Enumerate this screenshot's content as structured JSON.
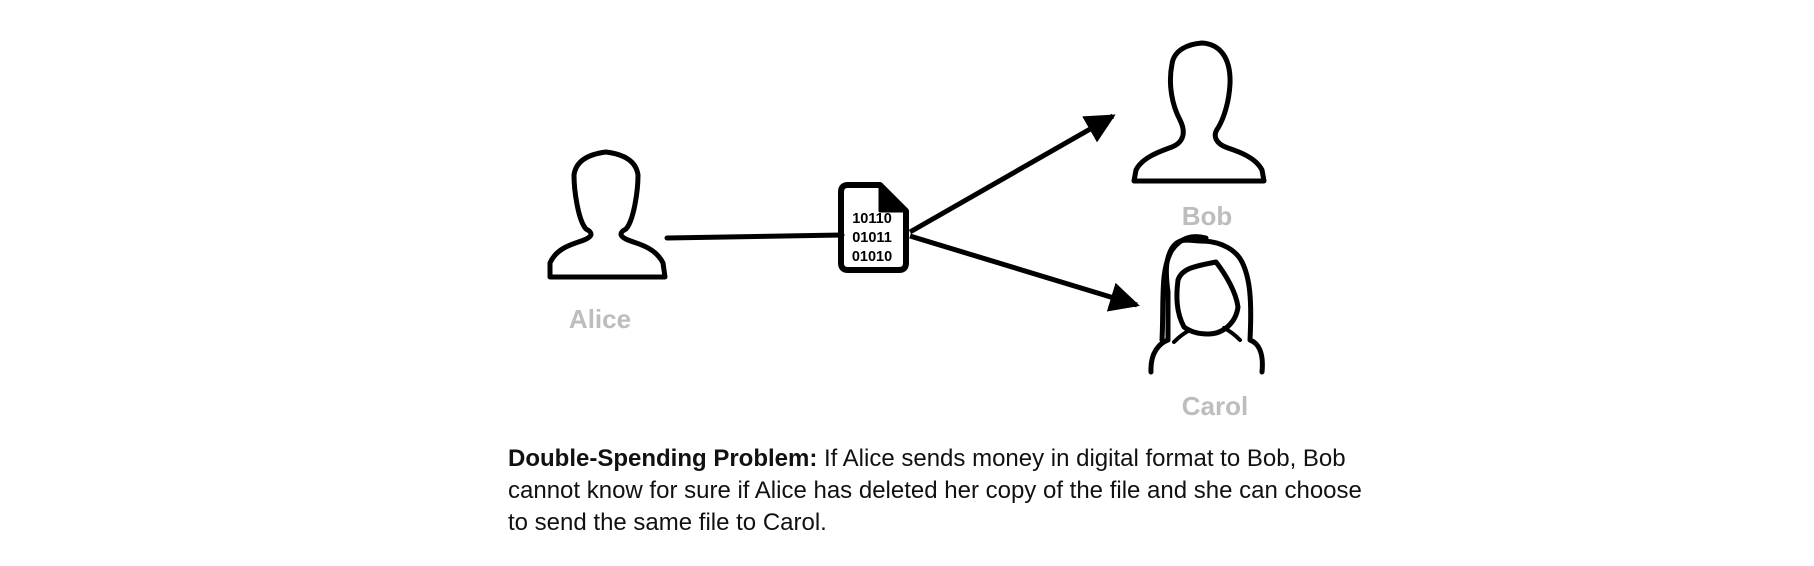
{
  "people": {
    "alice": {
      "name": "Alice"
    },
    "bob": {
      "name": "Bob"
    },
    "carol": {
      "name": "Carol"
    }
  },
  "file": {
    "icon": "binary-file-icon",
    "bits": [
      "10110",
      "01011",
      "01010"
    ]
  },
  "caption": {
    "title": "Double-Spending Problem:",
    "text": " If Alice sends money in digital format to Bob, Bob cannot know for sure if Alice has deleted her copy of the file and she can choose to send the same file to Carol."
  },
  "colors": {
    "stroke": "#000000",
    "label": "#bdbdbd",
    "text": "#111111"
  }
}
